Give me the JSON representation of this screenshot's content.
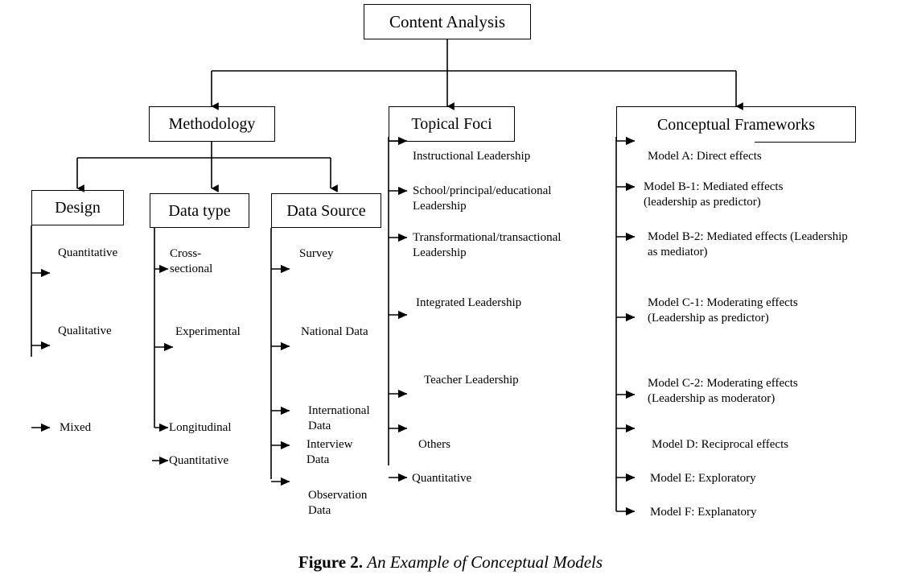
{
  "figure": {
    "caption_label": "Figure 2.",
    "caption_text": "An Example of Conceptual Models"
  },
  "root": {
    "label": "Content Analysis"
  },
  "branches": [
    {
      "id": "methodology",
      "label": "Methodology"
    },
    {
      "id": "topical-foci",
      "label": "Topical Foci"
    },
    {
      "id": "conceptual-frameworks",
      "label": "Conceptual Frameworks"
    }
  ],
  "methodology_children": [
    {
      "id": "design",
      "label": "Design"
    },
    {
      "id": "data-type",
      "label": "Data type"
    },
    {
      "id": "data-source",
      "label": "Data Source"
    }
  ],
  "design_items": [
    {
      "label": "Quantitative"
    },
    {
      "label": "Qualitative"
    },
    {
      "label": "Mixed"
    }
  ],
  "data_type_items": [
    {
      "label": "Cross-\nsectional"
    },
    {
      "label": "Experimental"
    },
    {
      "label": "Longitudinal"
    },
    {
      "label": "Quantitative"
    }
  ],
  "data_source_items": [
    {
      "label": "Survey"
    },
    {
      "label": "National Data"
    },
    {
      "label": "International\nData"
    },
    {
      "label": "Interview\nData"
    },
    {
      "label": "Observation\nData"
    }
  ],
  "topical_foci_items": [
    {
      "label": "Instructional Leadership"
    },
    {
      "label": "School/principal/educational\nLeadership"
    },
    {
      "label": "Transformational/transactional\nLeadership"
    },
    {
      "label": "Integrated Leadership"
    },
    {
      "label": "Teacher Leadership"
    },
    {
      "label": "Others"
    },
    {
      "label": "Quantitative"
    }
  ],
  "conceptual_framework_items": [
    {
      "label": "Model A: Direct effects"
    },
    {
      "label": "Model B-1: Mediated effects\n(leadership as predictor)"
    },
    {
      "label": "Model B-2: Mediated effects (Leadership\n as mediator)"
    },
    {
      "label": "Model C-1: Moderating effects\n(Leadership as predictor)"
    },
    {
      "label": "Model C-2: Moderating effects\n(Leadership as moderator)"
    },
    {
      "label": "Model D: Reciprocal effects"
    },
    {
      "label": "Model E: Exploratory"
    },
    {
      "label": "Model F: Explanatory"
    }
  ],
  "colors": {
    "stroke": "#000000",
    "text": "#000000",
    "background": "#ffffff"
  }
}
